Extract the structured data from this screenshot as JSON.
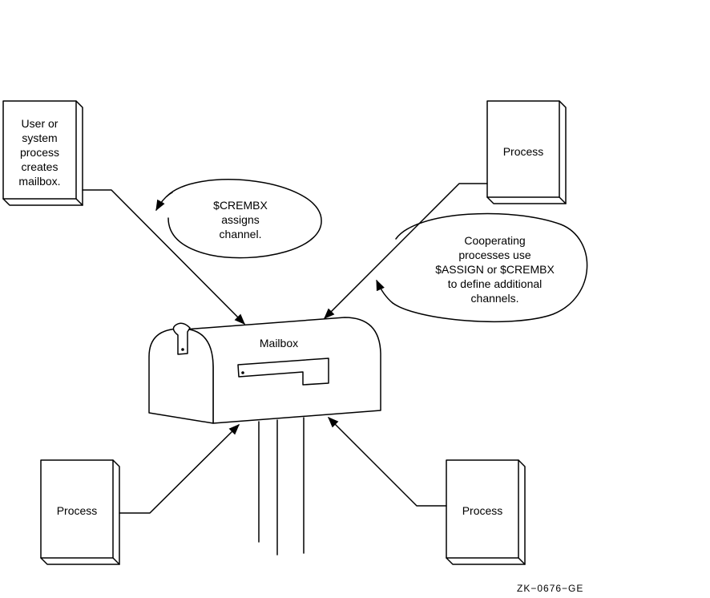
{
  "boxes": {
    "creator": "User or\nsystem\nprocess\ncreates\nmailbox.",
    "top_right": "Process",
    "bottom_left": "Process",
    "bottom_right": "Process"
  },
  "bubbles": {
    "crembx": "$CREMBX\nassigns\nchannel.",
    "cooperating": "Cooperating\nprocesses use\n$ASSIGN or $CREMBX\nto define additional\nchannels."
  },
  "mailbox_label": "Mailbox",
  "figure_id": "ZK−0676−GE"
}
